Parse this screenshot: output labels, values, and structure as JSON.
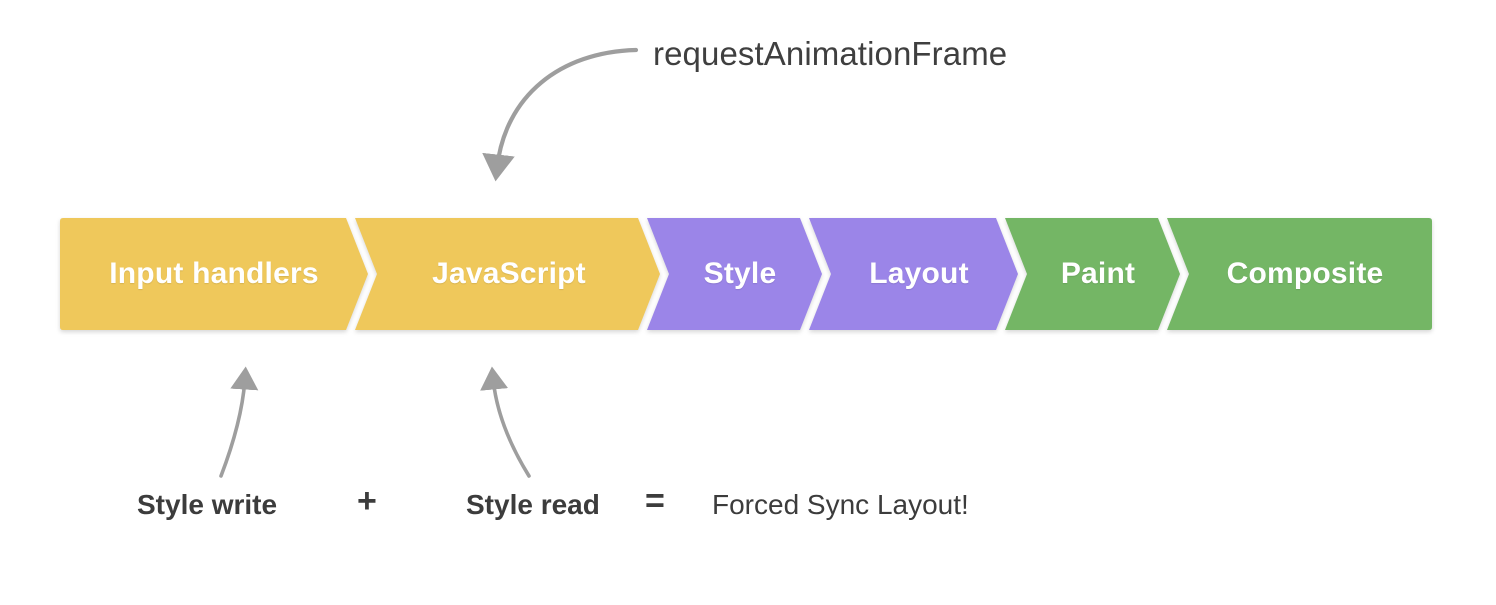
{
  "diagram": {
    "title_annotation": "requestAnimationFrame",
    "colors": {
      "yellow": "#EFC85B",
      "purple": "#9B85E8",
      "green": "#74B665",
      "arrow_gray": "#9E9E9E",
      "text_dark": "#3C3C3C",
      "label_white": "#FFFFFF",
      "background": "#FFFFFF"
    },
    "pipeline": {
      "name": "browser-rendering-pipeline",
      "segments": [
        {
          "label": "Input handlers",
          "color_key": "yellow",
          "color": "#EFC85B",
          "order": 1
        },
        {
          "label": "JavaScript",
          "color_key": "yellow",
          "color": "#EFC85B",
          "order": 2
        },
        {
          "label": "Style",
          "color_key": "purple",
          "color": "#9B85E8",
          "order": 3
        },
        {
          "label": "Layout",
          "color_key": "purple",
          "color": "#9B85E8",
          "order": 4
        },
        {
          "label": "Paint",
          "color_key": "green",
          "color": "#74B665",
          "order": 5
        },
        {
          "label": "Composite",
          "color_key": "green",
          "color": "#74B665",
          "order": 6
        }
      ]
    },
    "callouts": [
      {
        "name": "raf-callout",
        "text": "requestAnimationFrame",
        "points_to": "JavaScript",
        "arrow_direction": "down-left"
      }
    ],
    "equation": {
      "term_1": "Style write",
      "operator_1": "+",
      "term_2": "Style read",
      "operator_2": "=",
      "result": "Forced Sync Layout!",
      "term_1_points_to": "Input handlers",
      "term_2_points_to": "JavaScript"
    }
  }
}
